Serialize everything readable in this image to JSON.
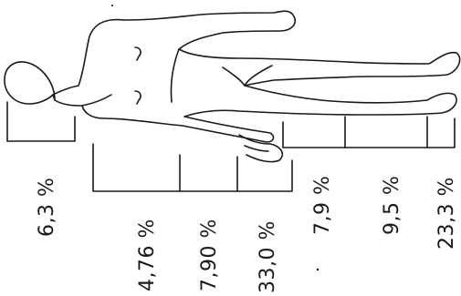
{
  "diagram": {
    "segments": [
      {
        "id": "head",
        "label": "6,3 %"
      },
      {
        "id": "upper-arm",
        "label": "4,76 %"
      },
      {
        "id": "forearm",
        "label": "7,90 %"
      },
      {
        "id": "trunk",
        "label": "33,0 %"
      },
      {
        "id": "thigh",
        "label": "7,9 %"
      },
      {
        "id": "shank",
        "label": "9,5 %"
      },
      {
        "id": "foot",
        "label": "23,3 %"
      }
    ]
  }
}
